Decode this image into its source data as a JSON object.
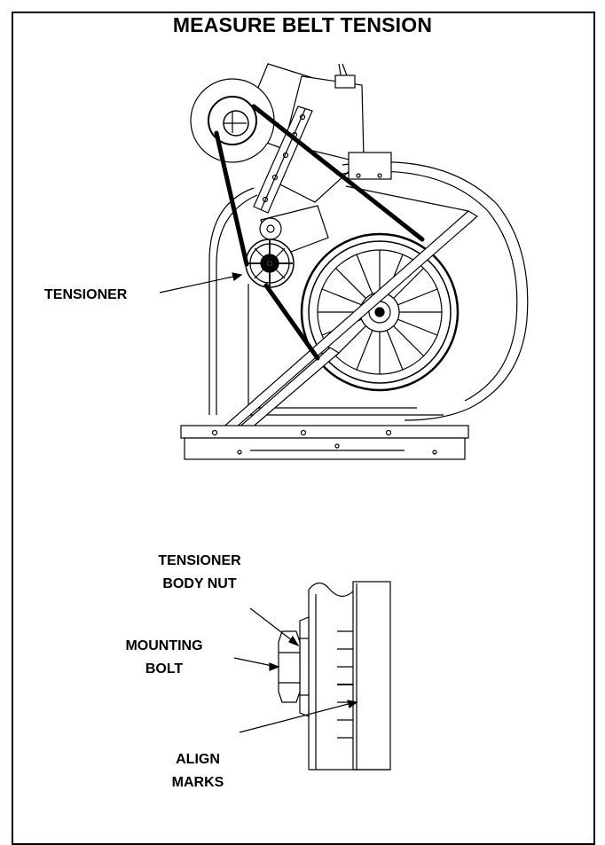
{
  "title": "MEASURE BELT TENSION",
  "labels": {
    "tensioner": "TENSIONER",
    "tensioner_body_nut_line1": "TENSIONER",
    "tensioner_body_nut_line2": "BODY NUT",
    "mounting_bolt_line1": "MOUNTING",
    "mounting_bolt_line2": "BOLT",
    "align_marks_line1": "ALIGN",
    "align_marks_line2": "MARKS"
  }
}
